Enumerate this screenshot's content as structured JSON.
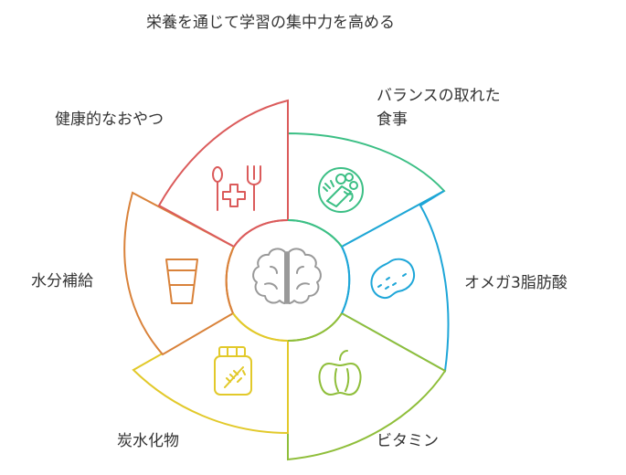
{
  "title": "栄養を通じて学習の集中力を高める",
  "center": {
    "icon": "brain-icon",
    "color": "#999999"
  },
  "segments": [
    {
      "id": "balanced",
      "label_lines": [
        "バランスの取れた",
        "食事"
      ],
      "icon": "vegetables-bowl-icon",
      "color": "#3cbf85",
      "fill": "#ffffff"
    },
    {
      "id": "omega3",
      "label_lines": [
        "オメガ3脂肪酸"
      ],
      "icon": "peanut-icon",
      "color": "#1ea6d8",
      "fill": "#ffffff"
    },
    {
      "id": "vitamins",
      "label_lines": [
        "ビタミン"
      ],
      "icon": "bell-pepper-icon",
      "color": "#8fbe3a",
      "fill": "#ffffff"
    },
    {
      "id": "carbs",
      "label_lines": [
        "炭水化物"
      ],
      "icon": "grain-jar-icon",
      "color": "#e2c92a",
      "fill": "#ffffff"
    },
    {
      "id": "hydration",
      "label_lines": [
        "水分補給"
      ],
      "icon": "water-glass-icon",
      "color": "#d9823a",
      "fill": "#ffffff"
    },
    {
      "id": "snacks",
      "label_lines": [
        "健康的なおやつ"
      ],
      "icon": "spoon-fork-health-icon",
      "color": "#db5b5b",
      "fill": "#ffffff"
    }
  ]
}
